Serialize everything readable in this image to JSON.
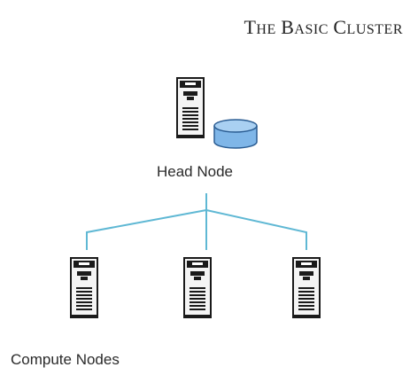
{
  "title": {
    "first_letter": "T",
    "rest_word1": "HE",
    "word2_first": "B",
    "word2_rest": "ASIC",
    "word3_first": "C",
    "word3_rest": "LUSTER"
  },
  "head_node_label": "Head Node",
  "compute_nodes_label": "Compute Nodes",
  "colors": {
    "link": "#5fb8d4",
    "server_dark": "#1a1a1a",
    "server_light": "#f4f4f4",
    "disk_fill": "#7fb6e8",
    "disk_top": "#a9d0f2",
    "disk_stroke": "#2b5d93"
  }
}
